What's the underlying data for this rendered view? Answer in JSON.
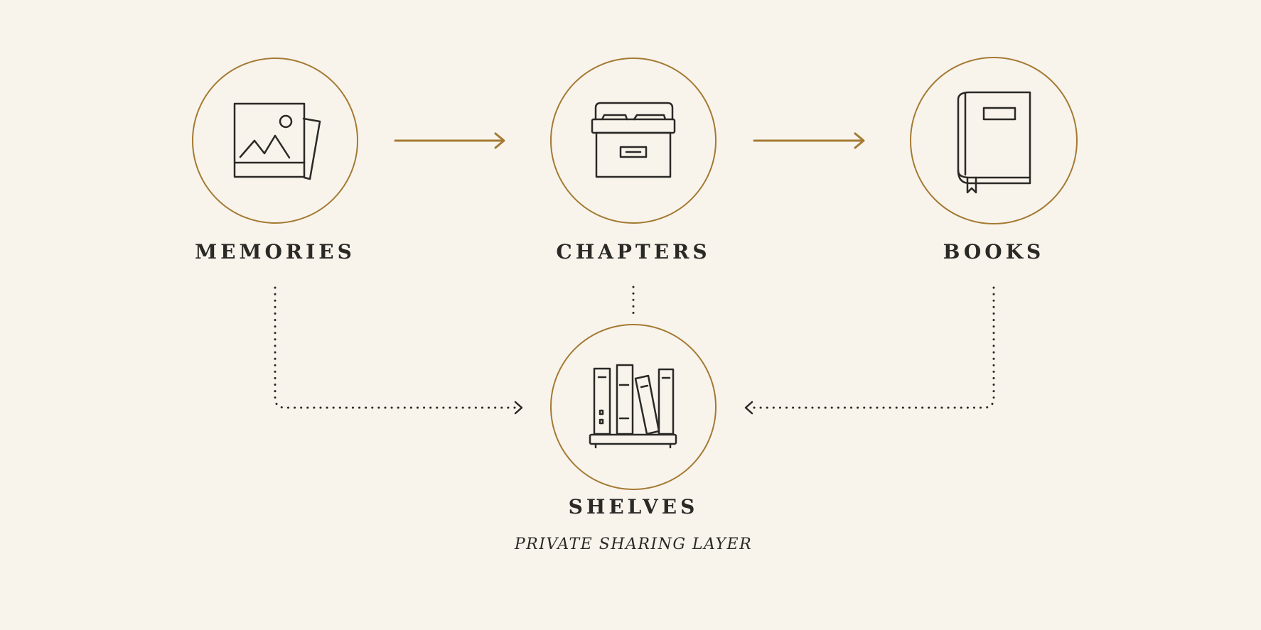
{
  "nodes": {
    "memories": {
      "label": "MEMORIES",
      "icon": "photo-icon"
    },
    "chapters": {
      "label": "CHAPTERS",
      "icon": "archive-box-icon"
    },
    "books": {
      "label": "BOOKS",
      "icon": "book-icon"
    },
    "shelves": {
      "label": "SHELVES",
      "icon": "bookshelf-icon",
      "subtitle": "PRIVATE SHARING LAYER"
    }
  },
  "colors": {
    "background": "#f8f4ec",
    "accent": "#a47a33",
    "ink": "#2b2926"
  }
}
